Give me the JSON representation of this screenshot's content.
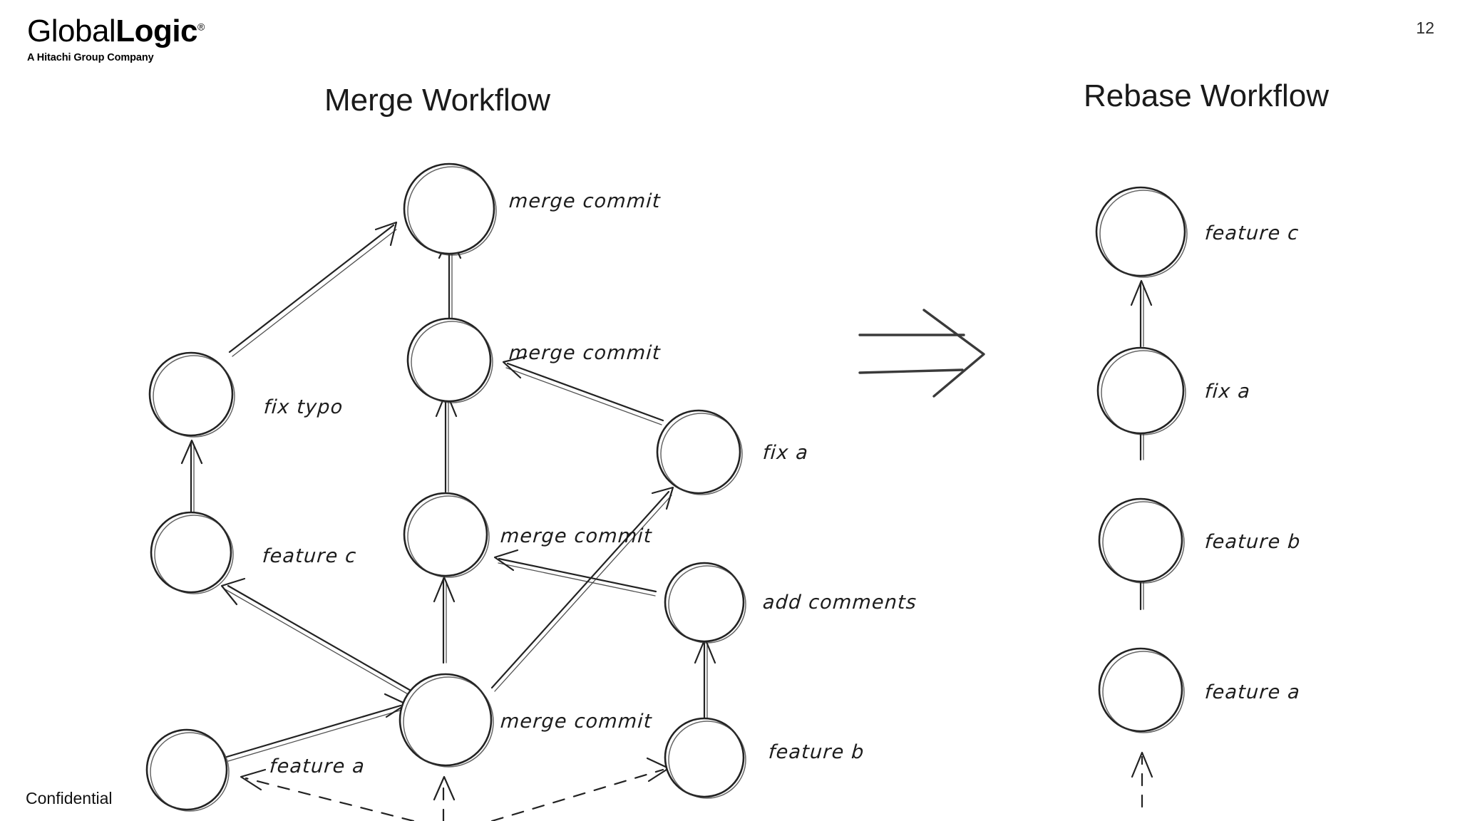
{
  "brand": {
    "name_light": "Global",
    "name_bold": "Logic",
    "registered_mark": "®",
    "tagline": "A Hitachi Group Company"
  },
  "slide": {
    "page_number": "12",
    "footer": "Confidential"
  },
  "headings": {
    "merge": "Merge Workflow",
    "rebase": "Rebase Workflow"
  },
  "merge_workflow": {
    "labels": {
      "merge_commit_top": "merge commit",
      "merge_commit_upper": "merge commit",
      "merge_commit_mid": "merge commit",
      "merge_commit_bottom": "merge commit",
      "fix_typo": "fix typo",
      "feature_c": "feature c",
      "fix_a": "fix  a",
      "add_comments": "add  comments",
      "feature_a": "feature a",
      "feature_b": "feature b"
    }
  },
  "rebase_workflow": {
    "labels": {
      "feature_c": "feature c",
      "fix_a": "fix a",
      "feature_b": "feature b",
      "feature_a": "feature a"
    }
  },
  "colors": {
    "ink": "#222222",
    "text": "#111111",
    "background": "#ffffff"
  }
}
